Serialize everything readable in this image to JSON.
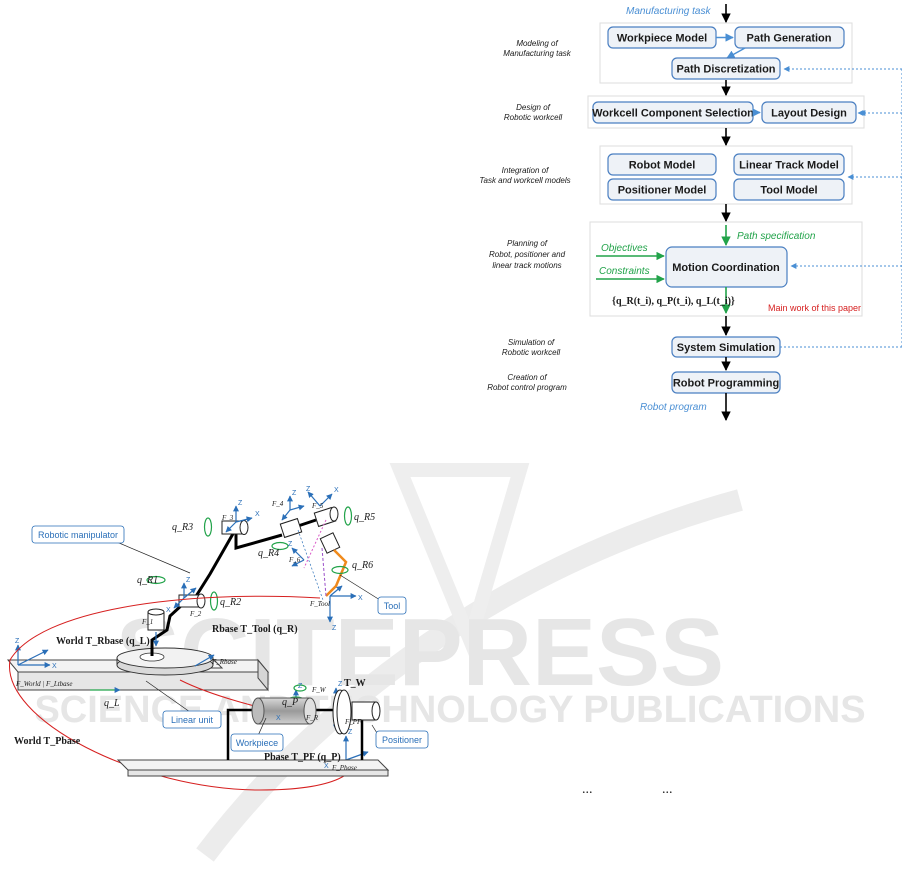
{
  "flowchart": {
    "input_label": "Manufacturing task",
    "output_label": "Robot program",
    "stages": {
      "modeling": [
        "Modeling of",
        "Manufacturing task"
      ],
      "design": [
        "Design of",
        "Robotic workcell"
      ],
      "integration": [
        "Integration of",
        "Task and workcell models"
      ],
      "planning": [
        "Planning of",
        "Robot, positioner and",
        "linear track motions"
      ],
      "simulation": [
        "Simulation of",
        "Robotic workcell"
      ],
      "creation": [
        "Creation of",
        "Robot control program"
      ]
    },
    "boxes": {
      "workpiece_model": "Workpiece Model",
      "path_generation": "Path Generation",
      "path_discretization": "Path Discretization",
      "component_selection": "Workcell Component Selection",
      "layout_design": "Layout Design",
      "robot_model": "Robot Model",
      "linear_track_model": "Linear Track Model",
      "positioner_model": "Positioner Model",
      "tool_model": "Tool Model",
      "motion_coordination": "Motion Coordination",
      "system_simulation": "System Simulation",
      "robot_programming": "Robot Programming"
    },
    "path_specification": "Path specification",
    "objectives": "Objectives",
    "constraints": "Constraints",
    "output_formula": "{q_R(t_i), q_P(t_i), q_L(t_i)}",
    "note": "Main work of this paper"
  },
  "figure": {
    "callouts": {
      "manipulator": "Robotic manipulator",
      "tool": "Tool",
      "linear_unit": "Linear unit",
      "workpiece": "Workpiece",
      "positioner": "Positioner"
    },
    "joint_labels": [
      "q_R1",
      "q_R2",
      "q_R3",
      "q_R4",
      "q_R5",
      "q_R6",
      "q_L",
      "q_P"
    ],
    "frame_labels": [
      "F_1",
      "F_2",
      "F_3",
      "F_4",
      "F_5",
      "F_6",
      "F_Tool",
      "F_Rbase",
      "F_World | F_Ltbase",
      "F_Pbase",
      "F_PF",
      "F_R",
      "F_W"
    ],
    "transforms": [
      "World T_Rbase (q_L)",
      "Rbase T_Tool (q_R)",
      "Pbase T_PF (q_P)",
      "T_W",
      "World T_Pbase"
    ]
  },
  "watermark": {
    "main": "SCITEPRESS",
    "sub": "SCIENCE AND TECHNOLOGY PUBLICATIONS"
  },
  "ellipsis": [
    "...",
    "..."
  ]
}
